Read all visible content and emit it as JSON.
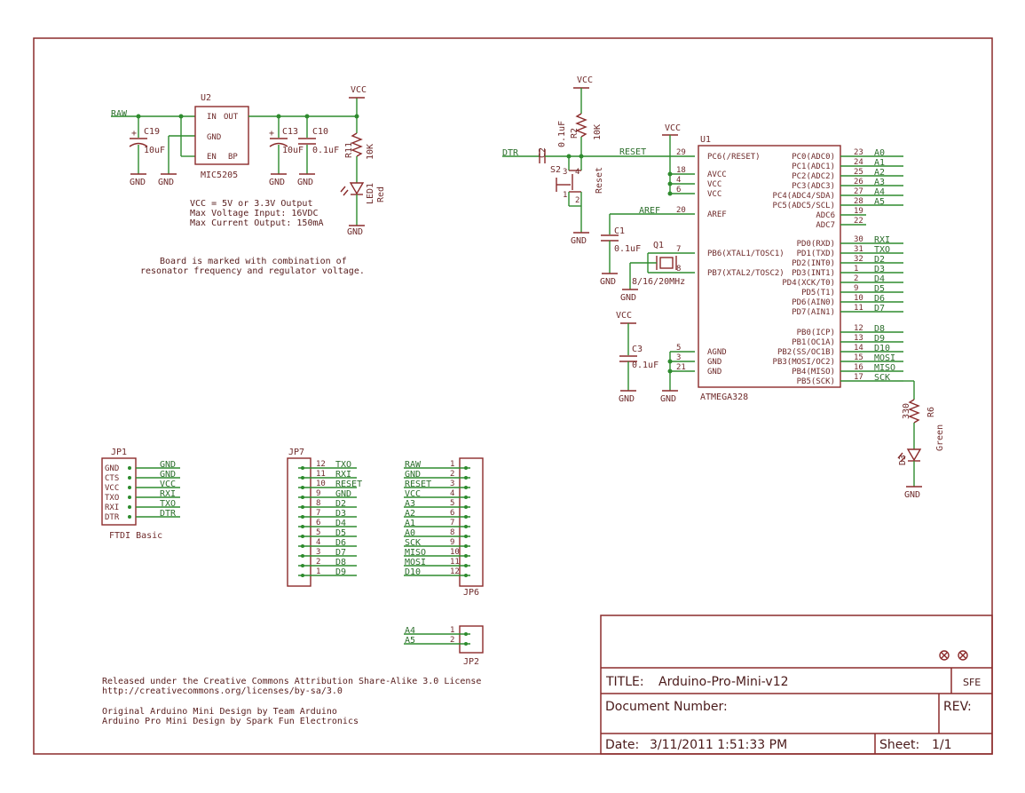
{
  "title_block": {
    "title_label": "TITLE:",
    "title_value": "Arduino-Pro-Mini-v12",
    "doc_label": "Document Number:",
    "rev_label": "REV:",
    "date_label": "Date:",
    "date_value": "3/11/2011 1:51:33 PM",
    "sheet_label": "Sheet:",
    "sheet_value": "1/1",
    "company": "SFE"
  },
  "notes": {
    "board_note_1": "Board is marked with combination of",
    "board_note_2": "resonator frequency and regulator voltage.",
    "vcc_note_1": "VCC = 5V or 3.3V Output",
    "vcc_note_2": "Max Voltage Input: 16VDC",
    "vcc_note_3": "Max Current Output: 150mA",
    "license_1": "Released under the Creative Commons Attribution Share-Alike 3.0 License",
    "license_2": "http://creativecommons.org/licenses/by-sa/3.0",
    "credit_1": "Original Arduino Mini Design by Team Arduino",
    "credit_2": "Arduino Pro Mini Design by Spark Fun Electronics"
  },
  "regulator": {
    "ref": "U2",
    "part": "MIC5205",
    "pin_in": "IN",
    "pin_out": "OUT",
    "pin_gnd": "GND",
    "pin_en": "EN",
    "pin_bp": "BP"
  },
  "power": {
    "raw": "RAW",
    "vcc": "VCC",
    "gnd": "GND",
    "c19": "C19",
    "c19_val": "10uF",
    "c13": "C13",
    "c13_val": "10uF",
    "c10": "C10",
    "c10_val": "0.1uF",
    "r11": "R11",
    "r11_val": "10K",
    "led1": "LED1",
    "led1_color": "Red"
  },
  "reset": {
    "dtr": "DTR",
    "c2": "C2",
    "c2_val": "0.1uF",
    "r2": "R2",
    "r2_val": "10K",
    "s2": "S2",
    "s2_label": "Reset",
    "reset_net": "RESET",
    "aref_net": "AREF",
    "c1": "C1",
    "c1_val": "0.1uF",
    "q1": "Q1",
    "q1_val": "8/16/20MHz",
    "c3": "C3",
    "c3_val": "0.1uF",
    "sw_pins": [
      "3",
      "4",
      "1",
      "2"
    ]
  },
  "mcu": {
    "ref": "U1",
    "part": "ATMEGA328",
    "left_pins": [
      {
        "num": "29",
        "name": "PC6(/RESET)"
      },
      {
        "num": "18",
        "name": "AVCC"
      },
      {
        "num": "4",
        "name": "VCC"
      },
      {
        "num": "6",
        "name": "VCC"
      },
      {
        "num": "20",
        "name": "AREF"
      },
      {
        "num": "7",
        "name": "PB6(XTAL1/TOSC1)"
      },
      {
        "num": "8",
        "name": "PB7(XTAL2/TOSC2)"
      },
      {
        "num": "5",
        "name": "AGND"
      },
      {
        "num": "3",
        "name": "GND"
      },
      {
        "num": "21",
        "name": "GND"
      }
    ],
    "right_pins": [
      {
        "num": "23",
        "name": "PC0(ADC0)",
        "net": "A0"
      },
      {
        "num": "24",
        "name": "PC1(ADC1)",
        "net": "A1"
      },
      {
        "num": "25",
        "name": "PC2(ADC2)",
        "net": "A2"
      },
      {
        "num": "26",
        "name": "PC3(ADC3)",
        "net": "A3"
      },
      {
        "num": "27",
        "name": "PC4(ADC4/SDA)",
        "net": "A4"
      },
      {
        "num": "28",
        "name": "PC5(ADC5/SCL)",
        "net": "A5"
      },
      {
        "num": "19",
        "name": "ADC6",
        "net": ""
      },
      {
        "num": "22",
        "name": "ADC7",
        "net": ""
      },
      {
        "num": "30",
        "name": "PD0(RXD)",
        "net": "RXI"
      },
      {
        "num": "31",
        "name": "PD1(TXD)",
        "net": "TXO"
      },
      {
        "num": "32",
        "name": "PD2(INT0)",
        "net": "D2"
      },
      {
        "num": "1",
        "name": "PD3(INT1)",
        "net": "D3"
      },
      {
        "num": "2",
        "name": "PD4(XCK/T0)",
        "net": "D4"
      },
      {
        "num": "9",
        "name": "PD5(T1)",
        "net": "D5"
      },
      {
        "num": "10",
        "name": "PD6(AIN0)",
        "net": "D6"
      },
      {
        "num": "11",
        "name": "PD7(AIN1)",
        "net": "D7"
      },
      {
        "num": "12",
        "name": "PB0(ICP)",
        "net": "D8"
      },
      {
        "num": "13",
        "name": "PB1(OC1A)",
        "net": "D9"
      },
      {
        "num": "14",
        "name": "PB2(SS/OC1B)",
        "net": "D10"
      },
      {
        "num": "15",
        "name": "PB3(MOSI/OC2)",
        "net": "MOSI"
      },
      {
        "num": "16",
        "name": "PB4(MISO)",
        "net": "MISO"
      },
      {
        "num": "17",
        "name": "PB5(SCK)",
        "net": "SCK"
      }
    ],
    "r6": "R6",
    "r6_val": "330",
    "d3": "D3",
    "d3_color": "Green"
  },
  "jp1": {
    "ref": "JP1",
    "label": "FTDI Basic",
    "pins": [
      {
        "name": "GND",
        "net": "GND"
      },
      {
        "name": "CTS",
        "net": "GND"
      },
      {
        "name": "VCC",
        "net": "VCC"
      },
      {
        "name": "TXO",
        "net": "RXI"
      },
      {
        "name": "RXI",
        "net": "TXO"
      },
      {
        "name": "DTR",
        "net": "DTR"
      }
    ]
  },
  "jp7": {
    "ref": "JP7",
    "pins": [
      {
        "num": "12",
        "net": "TXO"
      },
      {
        "num": "11",
        "net": "RXI"
      },
      {
        "num": "10",
        "net": "RESET"
      },
      {
        "num": "9",
        "net": "GND"
      },
      {
        "num": "8",
        "net": "D2"
      },
      {
        "num": "7",
        "net": "D3"
      },
      {
        "num": "6",
        "net": "D4"
      },
      {
        "num": "5",
        "net": "D5"
      },
      {
        "num": "4",
        "net": "D6"
      },
      {
        "num": "3",
        "net": "D7"
      },
      {
        "num": "2",
        "net": "D8"
      },
      {
        "num": "1",
        "net": "D9"
      }
    ]
  },
  "jp6": {
    "ref": "JP6",
    "pins": [
      {
        "num": "1",
        "net": "RAW"
      },
      {
        "num": "2",
        "net": "GND"
      },
      {
        "num": "3",
        "net": "RESET"
      },
      {
        "num": "4",
        "net": "VCC"
      },
      {
        "num": "5",
        "net": "A3"
      },
      {
        "num": "6",
        "net": "A2"
      },
      {
        "num": "7",
        "net": "A1"
      },
      {
        "num": "8",
        "net": "A0"
      },
      {
        "num": "9",
        "net": "SCK"
      },
      {
        "num": "10",
        "net": "MISO"
      },
      {
        "num": "11",
        "net": "MOSI"
      },
      {
        "num": "12",
        "net": "D10"
      }
    ]
  },
  "jp2": {
    "ref": "JP2",
    "pins": [
      {
        "num": "1",
        "net": "A4"
      },
      {
        "num": "2",
        "net": "A5"
      }
    ]
  }
}
